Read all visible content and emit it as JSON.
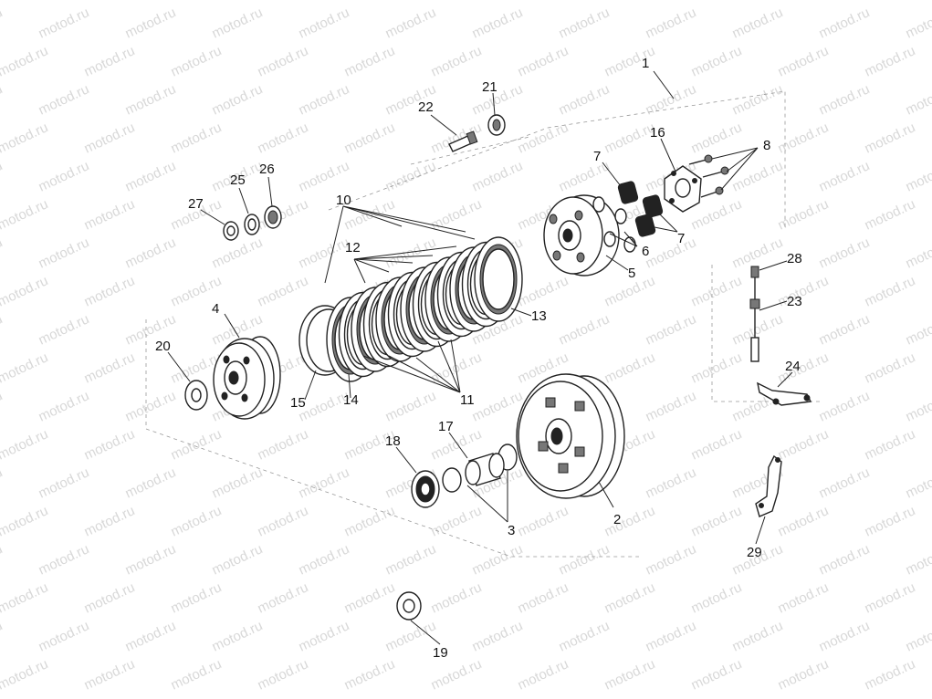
{
  "watermark": {
    "text": "motod.ru"
  },
  "callouts": {
    "c1": "1",
    "c2": "2",
    "c3": "3",
    "c4": "4",
    "c5": "5",
    "c6": "6",
    "c7a": "7",
    "c7b": "7",
    "c8": "8",
    "c10": "10",
    "c11": "11",
    "c12": "12",
    "c13": "13",
    "c14": "14",
    "c15": "15",
    "c16": "16",
    "c17": "17",
    "c18": "18",
    "c19": "19",
    "c20": "20",
    "c21": "21",
    "c22": "22",
    "c23": "23",
    "c24": "24",
    "c25": "25",
    "c26": "26",
    "c27": "27",
    "c28": "28",
    "c29": "29"
  },
  "colors": {
    "line": "#222222",
    "watermark": "#d8d8d8",
    "background": "#ffffff"
  }
}
